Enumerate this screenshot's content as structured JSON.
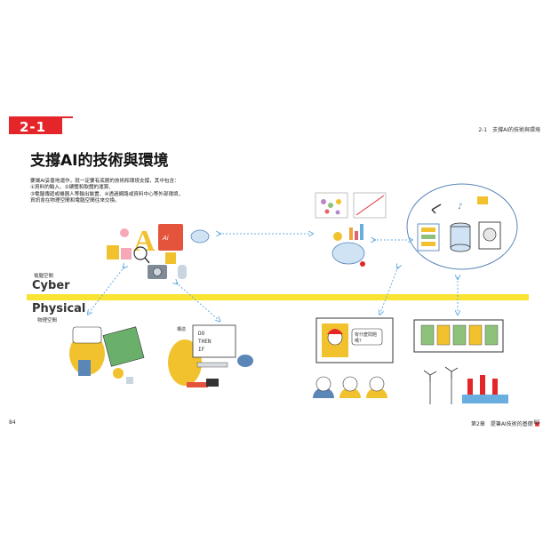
{
  "chapter": {
    "number": "2-1",
    "running_head": "2-1　支撐AI的技術與環境"
  },
  "title": "支撐AI的技術與環境",
  "body_lines": [
    "要讓AI妥善地運作，就一定要有底層的技術和環境支撐，其中包含：",
    "①資料的輸入、②硬體和軟體的運算、",
    "③電腦傳遞或機器人等輸出裝置、④透過網路或資料中心等外部環境，",
    "資訊會在物理空間和電腦空間往來交換。"
  ],
  "labels": {
    "cyber_small": "電腦空間",
    "cyber_big": "Cyber",
    "physical_big": "Physical",
    "physical_small": "物理空間"
  },
  "illustration_text": {
    "do_then_if": "DO\nTHEN\nIF",
    "speech_bubble": "有什麼問題嗎？"
  },
  "footer": {
    "left_folio": "84",
    "chapter_label": "第2章　提筆AI技術的基礎",
    "right_folio": "85"
  },
  "colors": {
    "accent_red": "#e4262b",
    "divider_yellow": "#fae433",
    "arrow_blue": "#6aaee0"
  }
}
